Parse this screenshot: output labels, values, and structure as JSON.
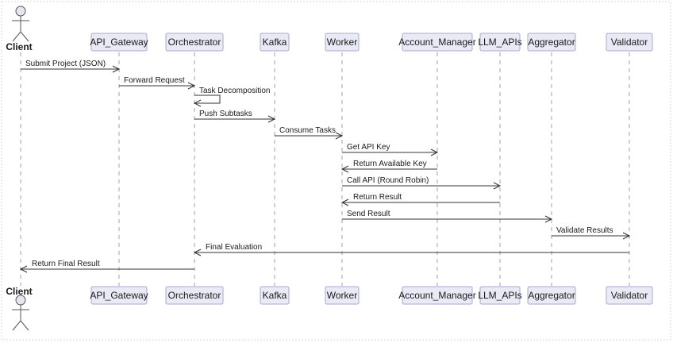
{
  "diagram": {
    "type": "sequence",
    "actor": "Client",
    "participants": [
      "API_Gateway",
      "Orchestrator",
      "Kafka",
      "Worker",
      "Account_Manager",
      "LLM_APIs",
      "Aggregator",
      "Validator"
    ],
    "messages": [
      {
        "from": "Client",
        "to": "API_Gateway",
        "label": "Submit Project (JSON)"
      },
      {
        "from": "API_Gateway",
        "to": "Orchestrator",
        "label": "Forward Request"
      },
      {
        "from": "Orchestrator",
        "to": "Orchestrator",
        "label": "Task Decomposition"
      },
      {
        "from": "Orchestrator",
        "to": "Kafka",
        "label": "Push Subtasks"
      },
      {
        "from": "Kafka",
        "to": "Worker",
        "label": "Consume Tasks"
      },
      {
        "from": "Worker",
        "to": "Account_Manager",
        "label": "Get API Key"
      },
      {
        "from": "Account_Manager",
        "to": "Worker",
        "label": "Return Available Key"
      },
      {
        "from": "Worker",
        "to": "LLM_APIs",
        "label": "Call API (Round Robin)"
      },
      {
        "from": "LLM_APIs",
        "to": "Worker",
        "label": "Return Result"
      },
      {
        "from": "Worker",
        "to": "Aggregator",
        "label": "Send Result"
      },
      {
        "from": "Aggregator",
        "to": "Validator",
        "label": "Validate Results"
      },
      {
        "from": "Validator",
        "to": "Orchestrator",
        "label": "Final Evaluation"
      },
      {
        "from": "Orchestrator",
        "to": "Client",
        "label": "Return Final Result"
      }
    ]
  }
}
